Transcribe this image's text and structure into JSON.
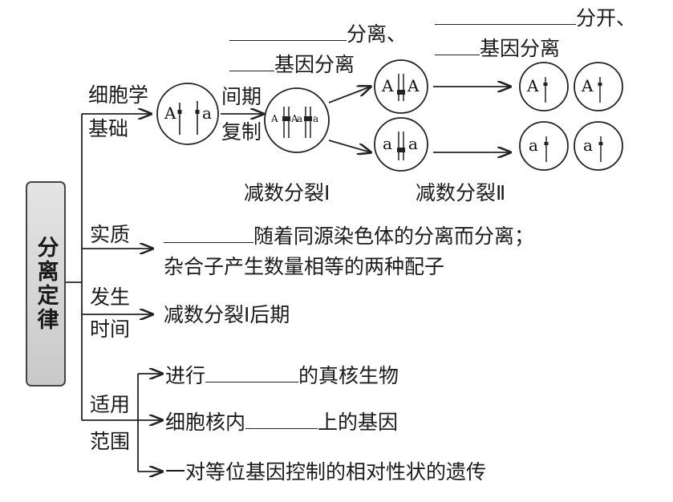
{
  "root": {
    "label": "分离定律"
  },
  "branches": {
    "basis": {
      "label": "细胞学基础",
      "line1": "细胞学",
      "line2": "基础",
      "interphase_line1": "间期",
      "interphase_line2": "复制",
      "top_text_sep": "分离、",
      "top_text_apart": "分开、",
      "top_text_gene_sep": "基因分离",
      "top_text_gene_sep2": "基因分离",
      "meiosis1": "减数分裂Ⅰ",
      "meiosis2": "减数分裂Ⅱ",
      "allele_A": "A",
      "allele_a": "a"
    },
    "essence": {
      "label": "实质",
      "text1": "随着同源染色体的分离而分离；",
      "text2": "杂合子产生数量相等的两种配子"
    },
    "timing": {
      "label": "发生时间",
      "line1": "发生",
      "line2": "时间",
      "text": "减数分裂Ⅰ后期"
    },
    "scope": {
      "label": "适用范围",
      "line1": "适用",
      "line2": "范围",
      "item1_pre": "进行",
      "item1_post": "的真核生物",
      "item2_pre": "细胞核内",
      "item2_post": "上的基因",
      "item3": "一对等位基因控制的相对性状的遗传"
    }
  }
}
